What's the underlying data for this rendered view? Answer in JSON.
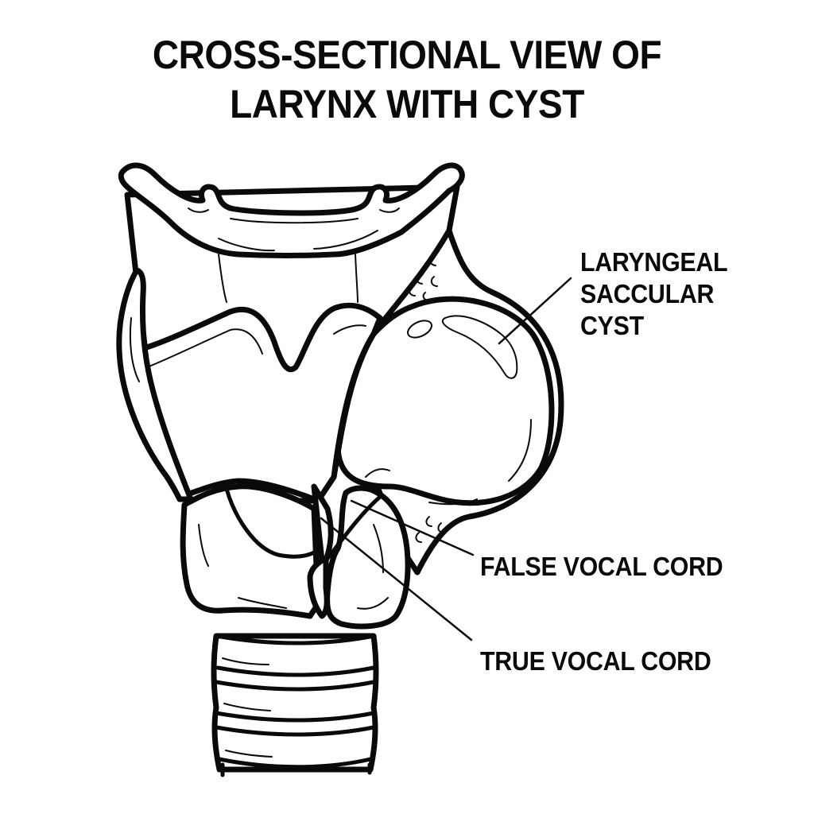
{
  "title": {
    "line1": "CROSS-SECTIONAL VIEW OF",
    "line2": "LARYNX WITH CYST"
  },
  "labels": {
    "cyst": {
      "line1": "LARYNGEAL",
      "line2": "SACCULAR",
      "line3": "CYST"
    },
    "false_vocal_cord": "FALSE VOCAL CORD",
    "true_vocal_cord": "TRUE VOCAL CORD"
  },
  "colors": {
    "ink": "#0a0a0a",
    "background": "#ffffff"
  }
}
